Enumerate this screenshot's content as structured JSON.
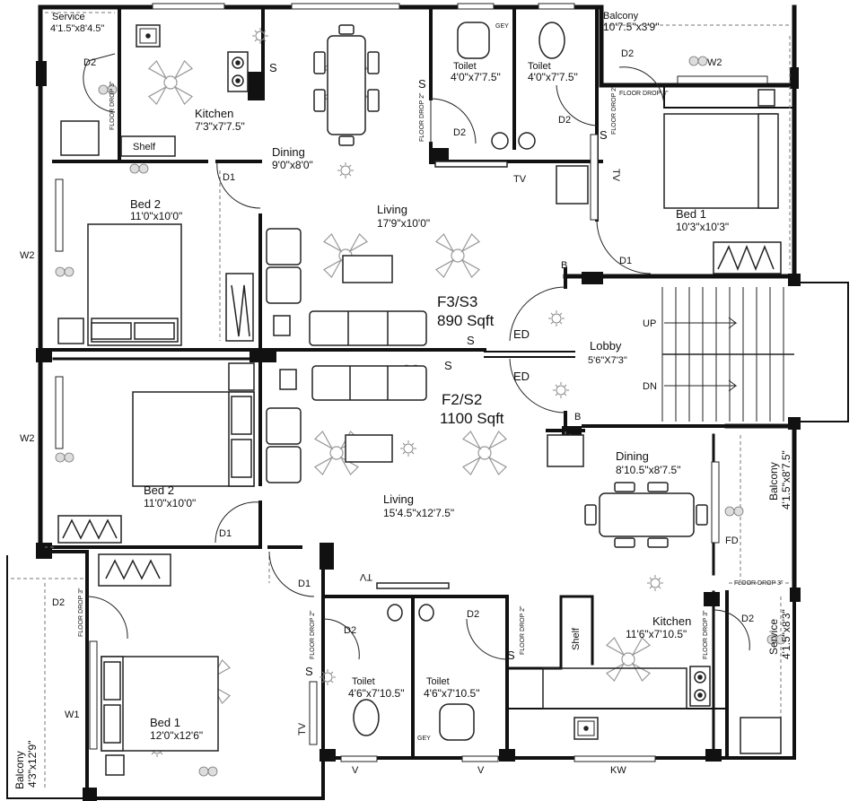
{
  "units": {
    "upper": {
      "name": "F3/S3",
      "area": "890 Sqft"
    },
    "lower": {
      "name": "F2/S2",
      "area": "1100 Sqft"
    }
  },
  "rooms_upper": {
    "service": {
      "name": "Service",
      "dims": "4'1.5\"x8'4.5\""
    },
    "kitchen": {
      "name": "Kitchen",
      "dims": "7'3\"x7'7.5\""
    },
    "shelf": {
      "name": "Shelf"
    },
    "dining": {
      "name": "Dining",
      "dims": "9'0\"x8'0\""
    },
    "toilet_a": {
      "name": "Toilet",
      "dims": "4'0\"x7'7.5\""
    },
    "toilet_b": {
      "name": "Toilet",
      "dims": "4'0\"x7'7.5\""
    },
    "balcony": {
      "name": "Balcony",
      "dims": "10'7.5\"x3'9\""
    },
    "bed2": {
      "name": "Bed 2",
      "dims": "11'0\"x10'0\""
    },
    "living": {
      "name": "Living",
      "dims": "17'9\"x10'0\""
    },
    "bed1": {
      "name": "Bed 1",
      "dims": "10'3\"x10'3\""
    }
  },
  "lobby": {
    "name": "Lobby",
    "dims": "5'6\"X7'3\"",
    "up": "UP",
    "dn": "DN"
  },
  "rooms_lower": {
    "bed2": {
      "name": "Bed 2",
      "dims": "11'0\"x10'0\""
    },
    "living": {
      "name": "Living",
      "dims": "15'4.5\"x12'7.5\""
    },
    "dining": {
      "name": "Dining",
      "dims": "8'10.5\"x8'7.5\""
    },
    "balcony_e": {
      "name": "Balcony",
      "dims": "4'1.5\"x8'7.5\""
    },
    "kitchen": {
      "name": "Kitchen",
      "dims": "11'6\"x7'10.5\""
    },
    "shelf": {
      "name": "Shelf"
    },
    "service": {
      "name": "Service",
      "dims": "4'1.5\"x8'3\""
    },
    "toilet_a": {
      "name": "Toilet",
      "dims": "4'6\"x7'10.5\""
    },
    "toilet_b": {
      "name": "Toilet",
      "dims": "4'6\"x7'10.5\""
    },
    "bed1": {
      "name": "Bed 1",
      "dims": "12'0\"x12'6\""
    },
    "balcony_w": {
      "name": "Balcony",
      "dims": "4'3\"x12'9\""
    }
  },
  "tags": {
    "d1": "D1",
    "d2": "D2",
    "ed": "ED",
    "fd": "FD",
    "w1": "W1",
    "w2": "W2",
    "v": "V",
    "kw": "KW",
    "tv": "TV",
    "gey": "GEY",
    "s": "S",
    "b": "B",
    "floor_drop": "FLOOR DROP 3\"",
    "floor_drop_2": "FLOOR DROP 2\""
  },
  "colors": {
    "wall": "#111111",
    "line": "#222222",
    "fixture": "#888888",
    "dash": "#777777"
  }
}
